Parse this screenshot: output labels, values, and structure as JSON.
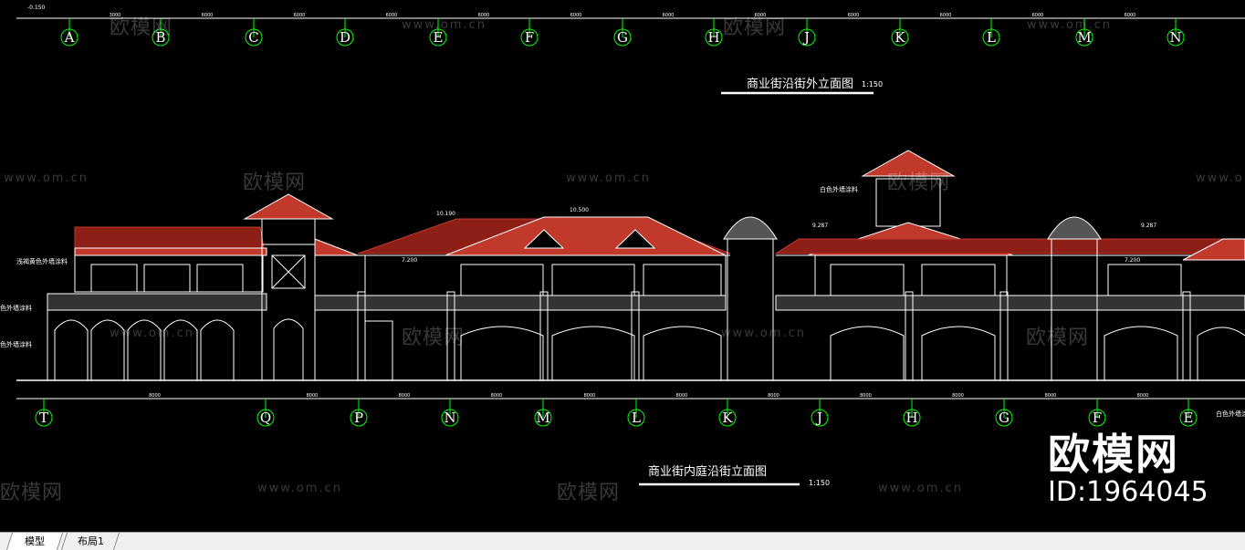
{
  "colors": {
    "background": "#000000",
    "lines": "#ffffff",
    "grid_bubble": "#00ff00",
    "roof": "#c0392b",
    "tab_bar": "#f0f0f0"
  },
  "top_elevation": {
    "title": "商业街沿街外立面图",
    "scale": "1:150",
    "grid_axes": [
      "A",
      "B",
      "C",
      "D",
      "E",
      "F",
      "G",
      "H",
      "J",
      "K",
      "L",
      "M",
      "N"
    ],
    "dimensions": [
      "3000",
      "6000",
      "6000",
      "6000",
      "6000",
      "6000",
      "6000",
      "6000",
      "6000",
      "6000",
      "6000",
      "6000"
    ],
    "level_mark": "-0.150"
  },
  "bottom_elevation": {
    "title": "商业街内庭沿街立面图",
    "scale": "1:150",
    "grid_axes": [
      "T",
      "Q",
      "P",
      "N",
      "M",
      "L",
      "K",
      "J",
      "H",
      "G",
      "F",
      "E"
    ],
    "dimensions": [
      "8000",
      "8000",
      "8000",
      "8000",
      "8000",
      "8000",
      "8000",
      "8000",
      "8000",
      "8000",
      "8000"
    ]
  },
  "annotations": {
    "left_note_1": "浅褐黄色外墙涂料",
    "left_note_2": "色外墙涂料",
    "left_note_3": "色外墙涂料",
    "tower_note": "白色外墙涂料",
    "right_note": "白色外墙涂"
  },
  "levels": [
    "10.190",
    "10.500",
    "9.287",
    "9.287",
    "7.200",
    "7.200"
  ],
  "watermark": {
    "logo": "欧模网",
    "url": "www.om.cn",
    "big_logo": "欧模网",
    "id": "ID:1964045"
  },
  "tabs": {
    "model": "模型",
    "layout1": "布局1"
  }
}
